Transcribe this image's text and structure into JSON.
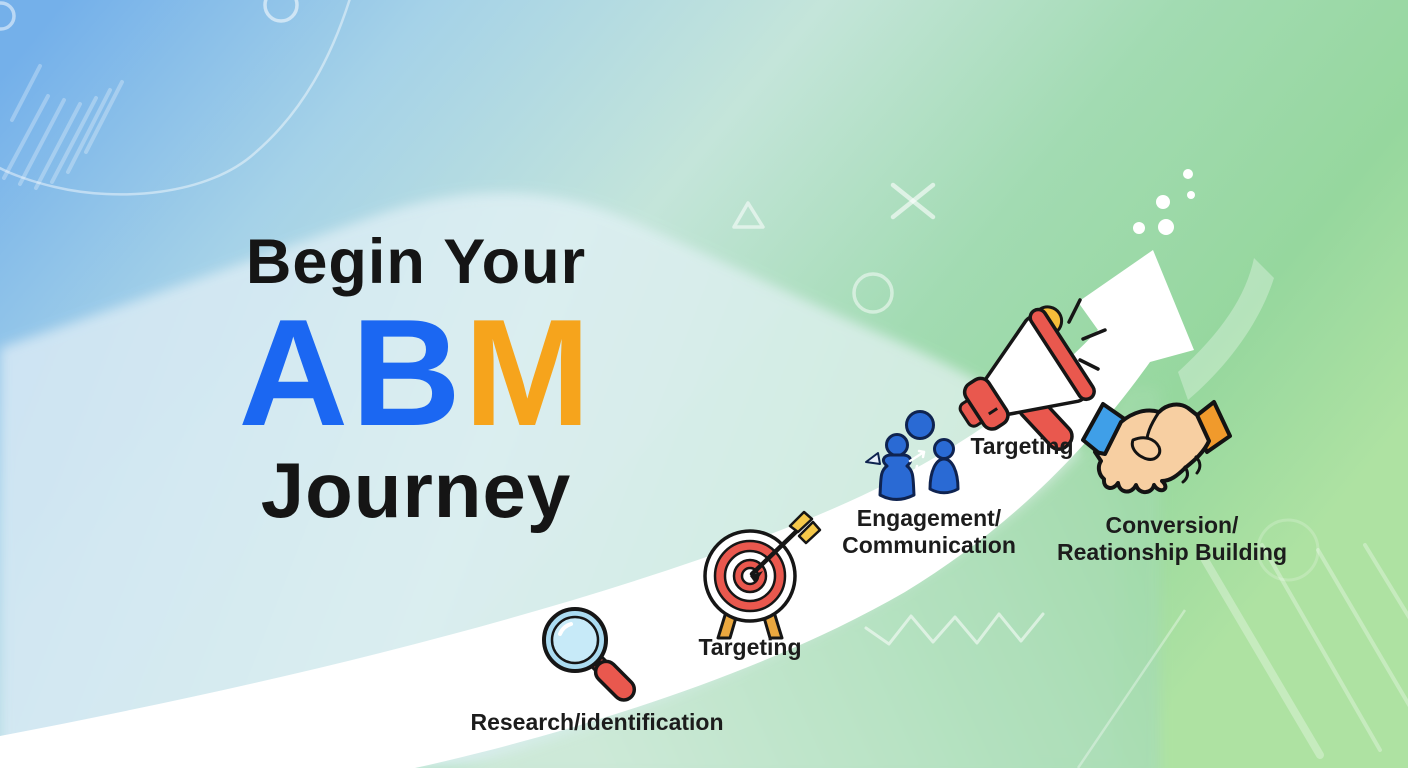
{
  "title": {
    "line1": "Begin Your",
    "abm_blue_part": "AB",
    "abm_orange_part": "M",
    "line3": "Journey"
  },
  "journey": {
    "stages": [
      {
        "name": "research",
        "icon": "magnifier-icon",
        "label_line1": "Research/identification"
      },
      {
        "name": "targeting-1",
        "icon": "target-bullseye-icon",
        "label_line1": "Targeting"
      },
      {
        "name": "engagement",
        "icon": "people-group-icon",
        "label_line1": "Engagement/",
        "label_line2": "Communication"
      },
      {
        "name": "targeting-2",
        "icon": "megaphone-icon",
        "label_line1": "Targeting"
      },
      {
        "name": "conversion",
        "icon": "handshake-icon",
        "label_line1": "Conversion/",
        "label_line2": "Reationship Building"
      }
    ]
  },
  "colors": {
    "abm_blue": "#1b67f2",
    "abm_orange": "#f6a41c",
    "title_text": "#151515",
    "label_text": "#1c1c1c",
    "arrow_white": "#ffffff",
    "icon_red": "#e9584e",
    "icon_blue": "#2a6ad4",
    "lens_blue": "#abdcf2",
    "cuff_blue": "#3f9fe8",
    "cuff_orange": "#f09a2c",
    "hand_tan": "#f7cfa2",
    "accent_yellow": "#f5c84a",
    "background_blue": "#76b1ea",
    "background_green": "#96d79e"
  }
}
